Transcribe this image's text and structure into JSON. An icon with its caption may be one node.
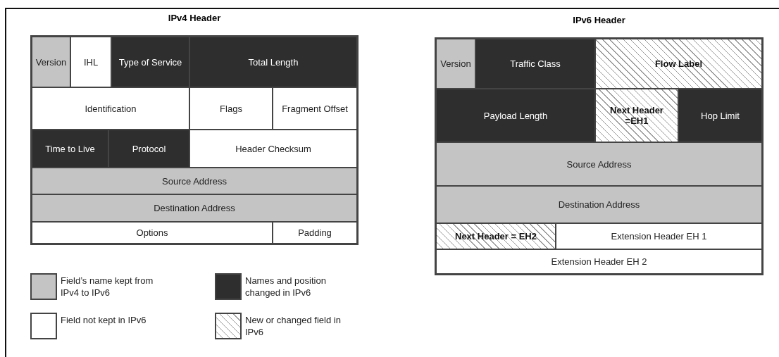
{
  "diagram": {
    "nodes": [
      {
        "text": [
          "IPv4 Header"
        ]
      },
      {
        "text": [
          "Version"
        ],
        "in": 0
      },
      {
        "text": [
          "IHL"
        ],
        "in": 0
      },
      {
        "text": [
          "Type of Service"
        ],
        "in": 0
      },
      {
        "text": [
          "Total Length"
        ],
        "in": 0
      },
      {
        "text": [
          "Identification"
        ],
        "in": 0
      },
      {
        "text": [
          "Flags"
        ],
        "in": 0
      },
      {
        "text": [
          "Fragment Offset"
        ],
        "in": 0
      },
      {
        "text": [
          "Time to Live"
        ],
        "in": 0
      },
      {
        "text": [
          "Protocol"
        ],
        "in": 0
      },
      {
        "text": [
          "Header Checksum"
        ],
        "in": 0
      },
      {
        "text": [
          "Source Address"
        ],
        "in": 0
      },
      {
        "text": [
          "Destination Address"
        ],
        "in": 0
      },
      {
        "text": [
          "Options"
        ],
        "in": 0
      },
      {
        "text": [
          "Padding"
        ],
        "in": 0
      },
      {
        "text": [
          "IPv6 Header"
        ]
      },
      {
        "text": [
          "Version"
        ],
        "in": 15
      },
      {
        "text": [
          "Traffic Class"
        ],
        "in": 15
      },
      {
        "text": [
          "Flow Label"
        ],
        "in": 15
      },
      {
        "text": [
          "Payload Length"
        ],
        "in": 15
      },
      {
        "text": [
          "Next Header =EH1"
        ],
        "in": 15
      },
      {
        "text": [
          "Hop Limit"
        ],
        "in": 15
      },
      {
        "text": [
          "Source Address"
        ],
        "in": 15
      },
      {
        "text": [
          "Destination Address"
        ],
        "in": 15
      },
      {
        "text": [
          "Next Header = EH2"
        ],
        "in": 15
      },
      {
        "text": [
          "Extension Header EH 1"
        ],
        "in": 15
      },
      {
        "text": [
          "Extension Header EH 2"
        ],
        "in": 15
      }
    ],
    "legend": [
      {
        "text": "Field’s name kept from IPv4 to IPv6",
        "color": "#c4c4c4"
      },
      {
        "text": "Names and position changed in IPv6",
        "color": "#2e2e2e"
      },
      {
        "text": "Field not kept in IPv6",
        "color": "#ffffff"
      },
      {
        "text": "New or changed field in IPv6"
      }
    ]
  }
}
